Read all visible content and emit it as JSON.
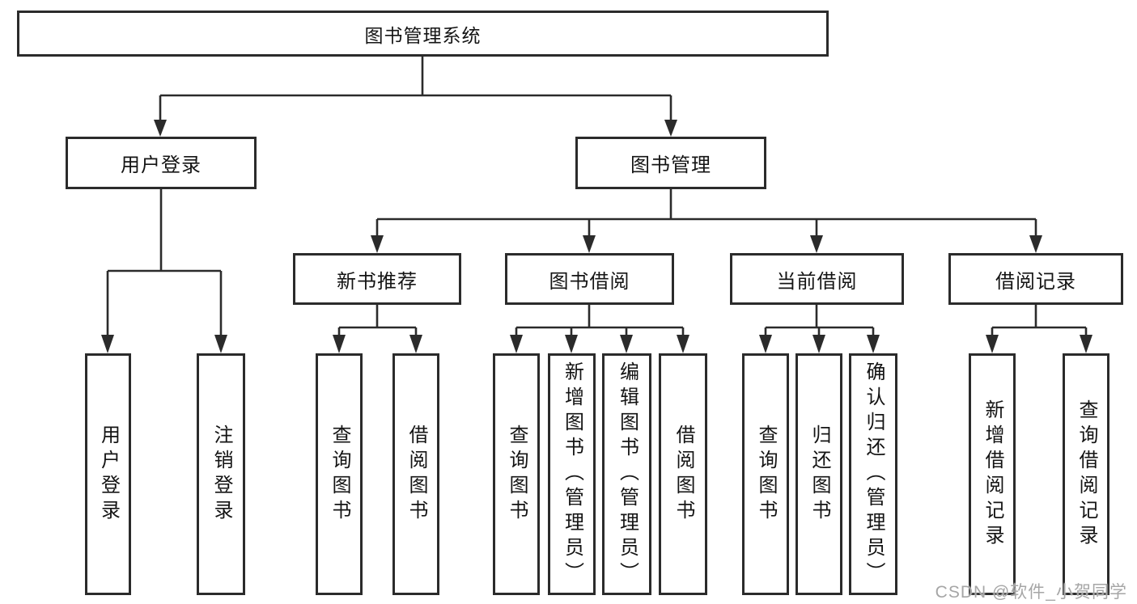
{
  "tree": {
    "label": "图书管理系统",
    "children": [
      {
        "label": "用户登录",
        "children": [
          {
            "label": "用户登录"
          },
          {
            "label": "注销登录"
          }
        ]
      },
      {
        "label": "图书管理",
        "children": [
          {
            "label": "新书推荐",
            "children": [
              {
                "label": "查询图书"
              },
              {
                "label": "借阅图书"
              }
            ]
          },
          {
            "label": "图书借阅",
            "children": [
              {
                "label": "查询图书"
              },
              {
                "label": "新增图书（管理员）"
              },
              {
                "label": "编辑图书（管理员）"
              },
              {
                "label": "借阅图书"
              }
            ]
          },
          {
            "label": "当前借阅",
            "children": [
              {
                "label": "查询图书"
              },
              {
                "label": "归还图书"
              },
              {
                "label": "确认归还（管理员）"
              }
            ]
          },
          {
            "label": "借阅记录",
            "children": [
              {
                "label": "新增借阅记录"
              },
              {
                "label": "查询借阅记录"
              }
            ]
          }
        ]
      }
    ]
  },
  "watermark": "CSDN @软件_小贺同学",
  "colors": {
    "line": "#2b2b2b",
    "text": "#141414",
    "background": "#ffffff",
    "watermark": "#a6a6a6"
  }
}
